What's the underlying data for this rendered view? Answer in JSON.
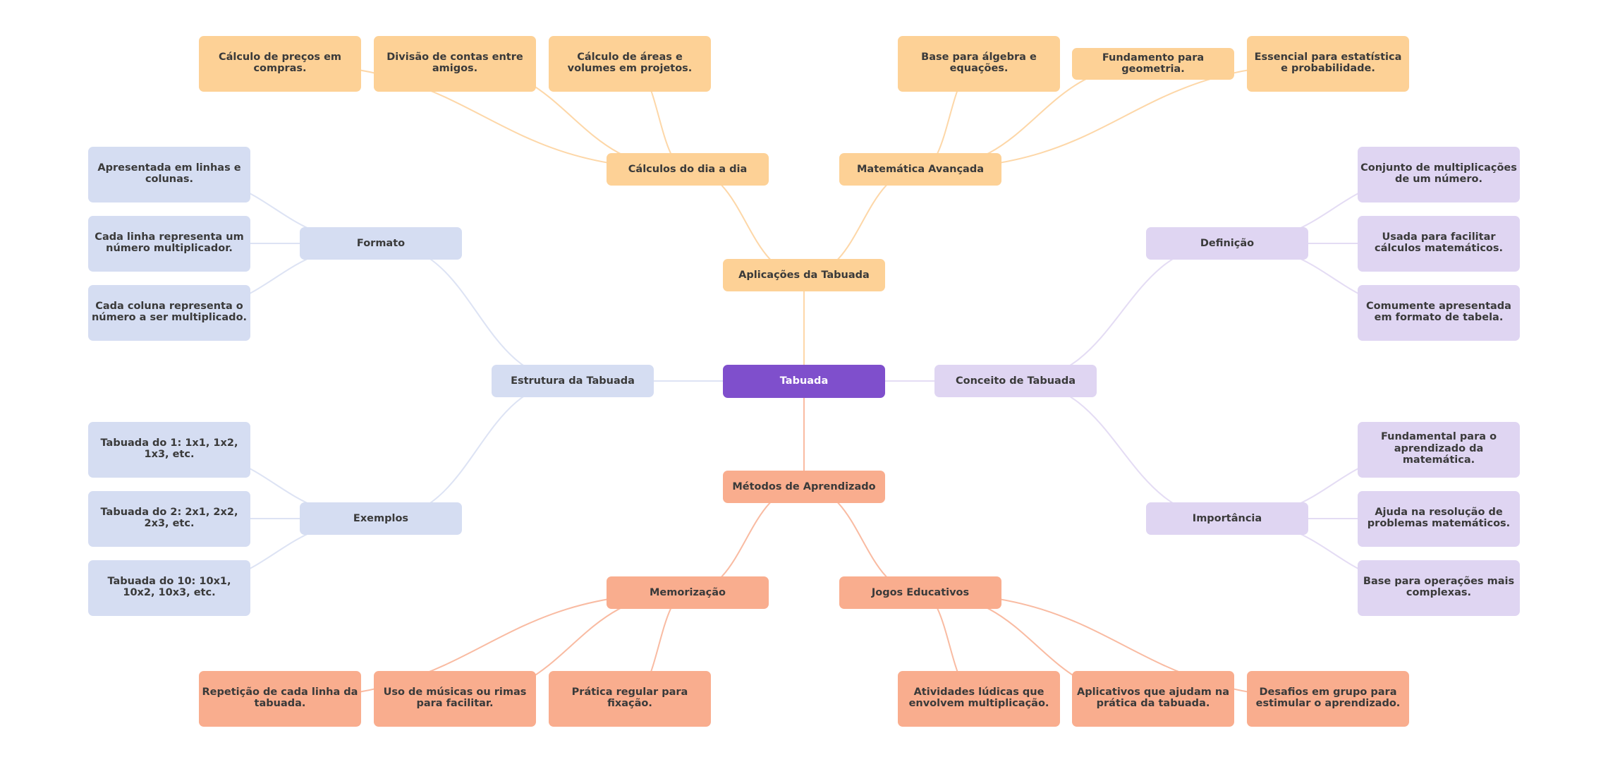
{
  "title": "Tabuada",
  "colors": {
    "center": "#7F4FCC",
    "aplicacoes": "#FDD196",
    "estrutura": "#D5DDF2",
    "conceito": "#DFD5F2",
    "metodos": "#F9AD8E",
    "aplicacoes_link": "#FDD7A8",
    "estrutura_link": "#DDE3F4",
    "conceito_link": "#E4DCF4",
    "metodos_link": "#F9BBA2",
    "text": "#3A3A3A",
    "center_text": "#FFFFFF"
  },
  "mindmap": {
    "root": {
      "id": "root",
      "label": "Tabuada"
    },
    "branches": [
      {
        "id": "aplicacoes",
        "label": "Aplicações da Tabuada",
        "color_key": "aplicacoes",
        "children": [
          {
            "id": "calculos",
            "label": "Cálculos do dia a dia",
            "children": [
              {
                "id": "calc1",
                "label": "Cálculo de preços em compras."
              },
              {
                "id": "calc2",
                "label": "Divisão de contas entre amigos."
              },
              {
                "id": "calc3",
                "label": "Cálculo de áreas e volumes em projetos."
              }
            ]
          },
          {
            "id": "matematica",
            "label": "Matemática Avançada",
            "children": [
              {
                "id": "mat1",
                "label": "Base para álgebra e equações."
              },
              {
                "id": "mat2",
                "label": "Fundamento para geometria."
              },
              {
                "id": "mat3",
                "label": "Essencial para estatística e probabilidade."
              }
            ]
          }
        ]
      },
      {
        "id": "estrutura",
        "label": "Estrutura da Tabuada",
        "color_key": "estrutura",
        "children": [
          {
            "id": "formato",
            "label": "Formato",
            "children": [
              {
                "id": "for1",
                "label": "Apresentada em linhas e colunas."
              },
              {
                "id": "for2",
                "label": "Cada linha representa um número multiplicador."
              },
              {
                "id": "for3",
                "label": "Cada coluna representa o número a ser multiplicado."
              }
            ]
          },
          {
            "id": "exemplos",
            "label": "Exemplos",
            "children": [
              {
                "id": "ex1",
                "label": "Tabuada do 1: 1x1, 1x2, 1x3, etc."
              },
              {
                "id": "ex2",
                "label": "Tabuada do 2: 2x1, 2x2, 2x3, etc."
              },
              {
                "id": "ex3",
                "label": "Tabuada do 10: 10x1, 10x2, 10x3, etc."
              }
            ]
          }
        ]
      },
      {
        "id": "conceito",
        "label": "Conceito de Tabuada",
        "color_key": "conceito",
        "children": [
          {
            "id": "definicao",
            "label": "Definição",
            "children": [
              {
                "id": "def1",
                "label": "Conjunto de multiplicações de um número."
              },
              {
                "id": "def2",
                "label": "Usada para facilitar cálculos matemáticos."
              },
              {
                "id": "def3",
                "label": "Comumente apresentada em formato de tabela."
              }
            ]
          },
          {
            "id": "importancia",
            "label": "Importância",
            "children": [
              {
                "id": "imp1",
                "label": "Fundamental para o aprendizado da matemática."
              },
              {
                "id": "imp2",
                "label": "Ajuda na resolução de problemas matemáticos."
              },
              {
                "id": "imp3",
                "label": "Base para operações mais complexas."
              }
            ]
          }
        ]
      },
      {
        "id": "metodos",
        "label": "Métodos de Aprendizado",
        "color_key": "metodos",
        "children": [
          {
            "id": "memorizacao",
            "label": "Memorização",
            "children": [
              {
                "id": "mem1",
                "label": "Repetição de cada linha da tabuada."
              },
              {
                "id": "mem2",
                "label": "Uso de músicas ou rimas para facilitar."
              },
              {
                "id": "mem3",
                "label": "Prática regular para fixação."
              }
            ]
          },
          {
            "id": "jogos",
            "label": "Jogos Educativos",
            "children": [
              {
                "id": "jog1",
                "label": "Atividades lúdicas que envolvem multiplicação."
              },
              {
                "id": "jog2",
                "label": "Aplicativos que ajudam na prática da tabuada."
              },
              {
                "id": "jog3",
                "label": "Desafios em grupo para estimular o aprendizado."
              }
            ]
          }
        ]
      }
    ]
  }
}
